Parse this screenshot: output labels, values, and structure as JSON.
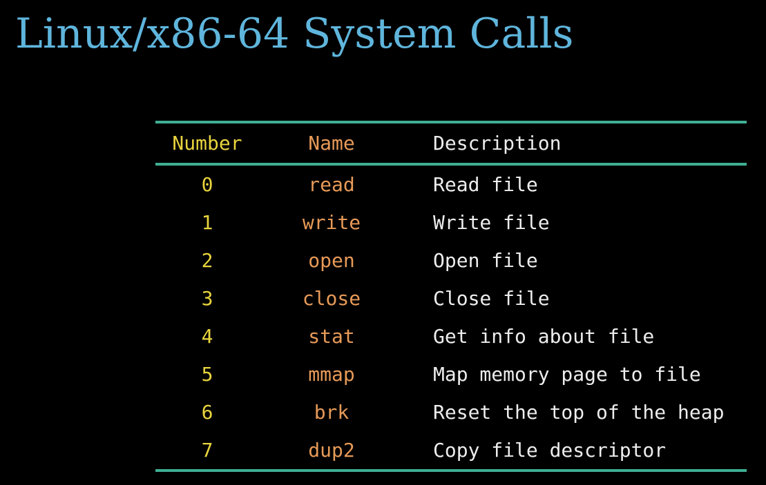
{
  "slide": {
    "title": "Linux/x86-64 System Calls"
  },
  "table": {
    "headers": {
      "number": "Number",
      "name": "Name",
      "description": "Description"
    },
    "rows": [
      {
        "number": "0",
        "name": "read",
        "description": "Read file"
      },
      {
        "number": "1",
        "name": "write",
        "description": "Write file"
      },
      {
        "number": "2",
        "name": "open",
        "description": "Open file"
      },
      {
        "number": "3",
        "name": "close",
        "description": "Close file"
      },
      {
        "number": "4",
        "name": "stat",
        "description": "Get info about file"
      },
      {
        "number": "5",
        "name": "mmap",
        "description": "Map memory page to file"
      },
      {
        "number": "6",
        "name": "brk",
        "description": "Reset the top of the heap"
      },
      {
        "number": "7",
        "name": "dup2",
        "description": "Copy file descriptor"
      }
    ]
  },
  "colors": {
    "background": "#000000",
    "title": "#5FB5DC",
    "rule": "#3FAF94",
    "number_column": "#E9D43E",
    "name_column": "#E79A58",
    "description_column": "#EDEDED"
  }
}
